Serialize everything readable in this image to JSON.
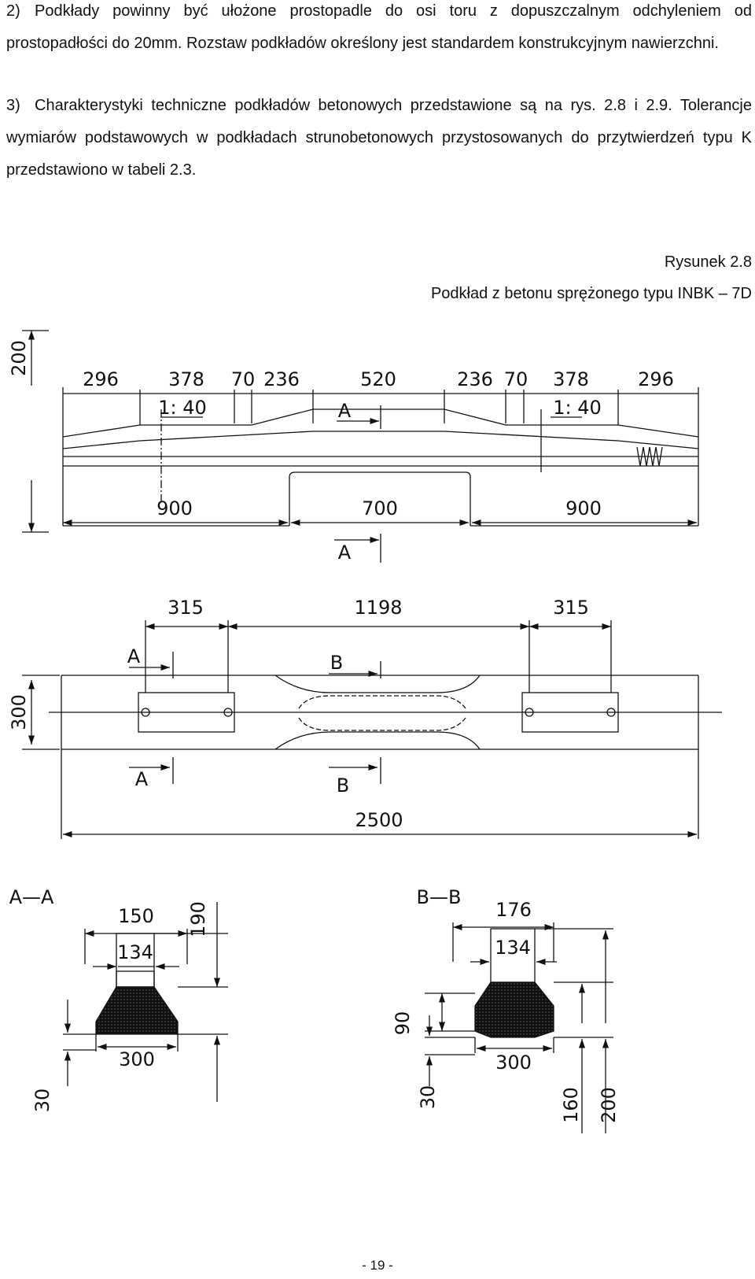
{
  "paragraphs": [
    {
      "num": "2)",
      "text": "Podkłady powinny być ułożone prostopadle do osi toru z dopuszczalnym odchyleniem od prostopadłości do 20mm. Rozstaw podkładów określony jest standardem konstrukcyjnym nawierzchni."
    },
    {
      "num": "3)",
      "text": "Charakterystyki techniczne podkładów betonowych przedstawione są na rys. 2.8 i 2.9. Tolerancje wymiarów podstawowych w podkładach strunobetonowych przystosowanych do przytwierdzeń typu K przedstawiono w tabeli 2.3."
    }
  ],
  "caption": {
    "figure_number": "Rysunek 2.8",
    "figure_title": "Podkład z betonu sprężonego typu INBK – 7D"
  },
  "drawing": {
    "side_view": {
      "height_label": "200",
      "top_dims": [
        "296",
        "378",
        "70",
        "236",
        "520",
        "236",
        "70",
        "378",
        "296"
      ],
      "slope_left": "1: 40",
      "slope_right": "1: 40",
      "section_mark_top": "A",
      "bottom_dims": [
        "900",
        "700",
        "900"
      ],
      "section_mark_bottom": "A"
    },
    "plan_view": {
      "top_dims": [
        "315",
        "1198",
        "315"
      ],
      "width_label": "300",
      "mark_a_top": "A",
      "mark_b_top": "B",
      "mark_a_bottom": "A",
      "mark_b_bottom": "B",
      "length_label": "2500"
    },
    "section_aa": {
      "title": "A—A",
      "top_width": "150",
      "inner_width": "134",
      "height": "190",
      "bottom_width": "300",
      "base_height": "30"
    },
    "section_bb": {
      "title": "B—B",
      "top_width": "176",
      "inner_width": "134",
      "mid_height": "90",
      "bottom_width": "300",
      "base_height": "30",
      "height_160": "160",
      "height_200": "200"
    }
  },
  "footer": {
    "page_number": "- 19 -"
  }
}
